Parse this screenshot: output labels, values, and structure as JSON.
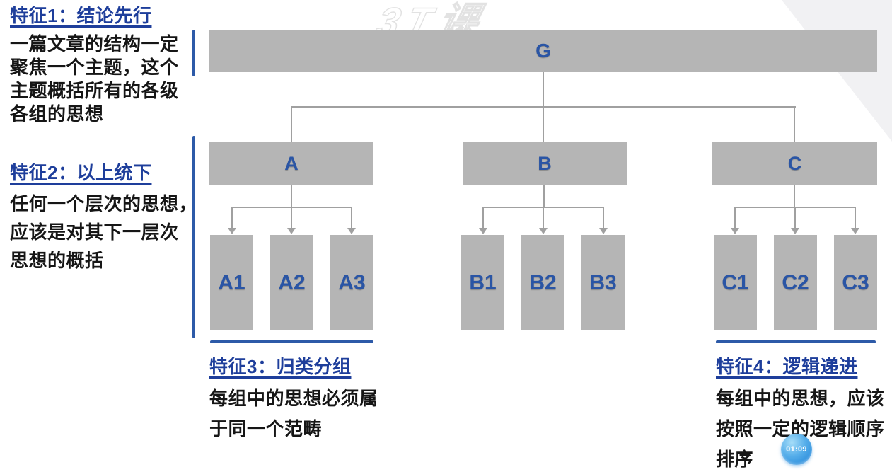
{
  "watermark": "3T课",
  "features": [
    {
      "title": "特征1：结论先行",
      "body": [
        "一篇文章的结构一定",
        "聚焦一个主题，这个",
        "主题概括所有的各级",
        "各组的思想"
      ]
    },
    {
      "title": "特征2：以上统下",
      "body": [
        "任何一个层次的思想，",
        "应该是对其下一层次",
        "思想的概括"
      ]
    },
    {
      "title": "特征3：归类分组",
      "body": [
        "每组中的思想必须属",
        "于同一个范畴"
      ]
    },
    {
      "title": "特征4：逻辑递进",
      "body": [
        "每组中的思想，应该",
        "按照一定的逻辑顺序",
        "排序"
      ]
    }
  ],
  "diagram": {
    "root": "G",
    "groups": [
      {
        "label": "A",
        "children": [
          "A1",
          "A2",
          "A3"
        ]
      },
      {
        "label": "B",
        "children": [
          "B1",
          "B2",
          "B3"
        ]
      },
      {
        "label": "C",
        "children": [
          "C1",
          "C2",
          "C3"
        ]
      }
    ]
  },
  "badge": {
    "time": "01:09"
  },
  "colors": {
    "accent_blue": "#2d5aa8",
    "title_blue": "#1e3e9b",
    "node_fill": "#b5b5b5",
    "node_text": "#2a55a5",
    "connector_gray": "#a0a0a0",
    "badge_blue": "#2e8fdd",
    "body_text": "#161616"
  }
}
